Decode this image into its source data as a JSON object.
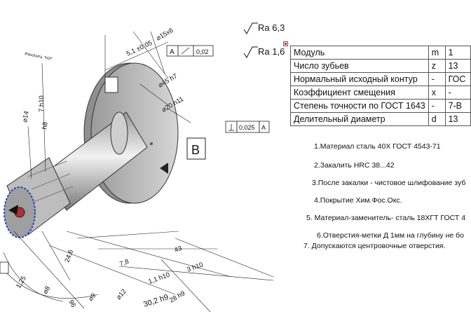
{
  "roughness": [
    {
      "label": "Ra 6,3"
    },
    {
      "label": "Ra 1,6"
    }
  ],
  "table": {
    "rows": [
      [
        "Модуль",
        "m",
        "1"
      ],
      [
        "Число зубьев",
        "z",
        "13"
      ],
      [
        "Нормальный исходный контур",
        "-",
        "ГОС"
      ],
      [
        "Коэффициент смещения",
        "x",
        "-"
      ],
      [
        "Степень точности по ГОСТ 1643",
        "-",
        "7-В"
      ],
      [
        "Делительный диаметр",
        "d",
        "13"
      ]
    ]
  },
  "notes": [
    "1.Материал сталь 40Х ГОСТ 4543-71",
    "2.Закалить  HRC 38...42",
    "3.После закалки - чистовое шлифование зуб",
    "4.Покрытие Хим.Фос.Окс.",
    "5. Материал-заменитель- сталь 18ХГТ ГОСТ 4",
    "6.Отверстия-метки Д 1мм на глубину не бо",
    "7. Допускаются центровочные отверстия."
  ],
  "dimensions": {
    "d15": "⌀15х6",
    "datumA": "A",
    "runout": "0,02",
    "d45": "⌀45 h7",
    "d20": "⌀20 h11",
    "perp": "0,025",
    "perpDatum": "A",
    "datumB": "B",
    "d14": "⌀14",
    "h8": "h8",
    "d51": "5,1 ±0,05",
    "d7": "7 h10",
    "d3": "3 h10",
    "d11": "1,1 h10",
    "d78": "7,8",
    "d24": "24,6",
    "d125": "1,25",
    "d302": "30,2 h9",
    "d28": "28 h9",
    "d9": "⌀9",
    "d8": "⌀8",
    "d12": "⌀12",
    "d96": "96",
    "d43": "43",
    "izn": "Износить \"НЛ\""
  },
  "colors": {
    "part_fill": "#c8c8c8",
    "gear_accent": "#2244bb",
    "table_border": "#555555"
  }
}
